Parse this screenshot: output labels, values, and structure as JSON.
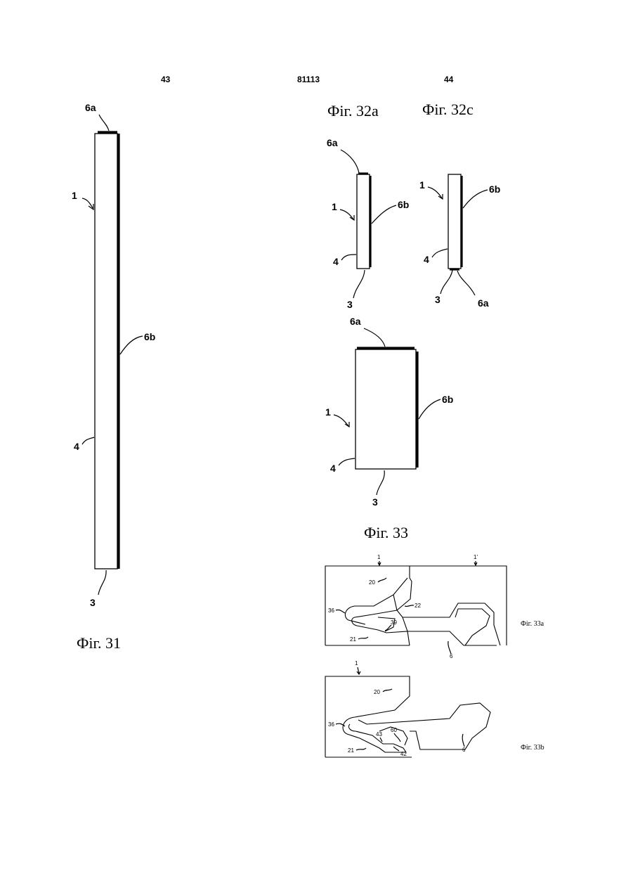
{
  "header": {
    "left_page": "43",
    "patent_number": "81113",
    "right_page": "44"
  },
  "fig31": {
    "caption": "Фіг. 31",
    "label_6a": "6a",
    "label_1": "1",
    "label_6b": "6b",
    "label_4": "4",
    "label_3": "3"
  },
  "fig32a": {
    "caption": "Фіг. 32a",
    "label_6a": "6a",
    "label_1": "1",
    "label_6b": "6b",
    "label_4": "4",
    "label_3": "3"
  },
  "fig32c": {
    "caption": "Фіг. 32c",
    "label_1": "1",
    "label_6b": "6b",
    "label_4": "4",
    "label_3": "3",
    "label_6a": "6a"
  },
  "fig32b": {
    "label_6a": "6a",
    "label_6b": "6b",
    "label_1": "1",
    "label_4": "4",
    "label_3": "3"
  },
  "fig33": {
    "caption": "Фіг. 33"
  },
  "fig33a": {
    "caption": "Фіг. 33a",
    "label_1": "1",
    "label_1p": "1'",
    "label_20": "20",
    "label_22": "22",
    "label_36": "36",
    "label_39": "39",
    "label_21": "21",
    "label_6": "6"
  },
  "fig33b": {
    "caption": "Фіг. 33b",
    "label_1": "1",
    "label_20": "20",
    "label_36": "36",
    "label_43": "43",
    "label_60": "60",
    "label_21": "21",
    "label_42": "42",
    "label_6": "6"
  }
}
